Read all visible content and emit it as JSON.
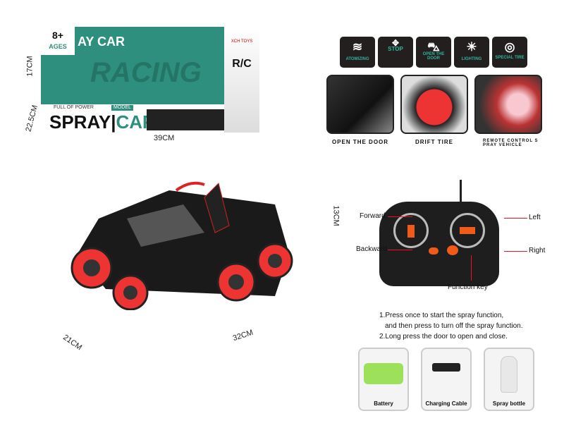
{
  "box": {
    "age": "8+",
    "age_label": "AGES",
    "top_title": "AY CAR",
    "model": "MODEL",
    "bg_word": "RACING",
    "full_of_power": "FULL OF POWER",
    "spray": "SPRAY",
    "car": "CAR",
    "brand": "XCH TOYS",
    "rc": "R/C",
    "color": "#2e8f7e"
  },
  "box_dims": {
    "height": "17CM",
    "depth": "22.5CM",
    "width": "39CM"
  },
  "features": [
    {
      "icon": "spray-icon",
      "label": "ATOMIZING"
    },
    {
      "icon": "arrows-icon",
      "label": "STOP"
    },
    {
      "icon": "car-door-icon",
      "label": "OPEN THE DOOR"
    },
    {
      "icon": "bulb-icon",
      "label": "LIGHTING"
    },
    {
      "icon": "tire-icon",
      "label": "SPECIAL TIRE"
    }
  ],
  "photos": [
    {
      "caption": "OPEN THE DOOR"
    },
    {
      "caption": "DRIFT TIRE"
    },
    {
      "caption": "REMOTE CONTROL S PRAY VEHICLE"
    }
  ],
  "car_dims": {
    "height": "13CM",
    "depth": "21CM",
    "length": "32CM"
  },
  "remote": {
    "forward": "Forward",
    "backward": "Backward",
    "left": "Left",
    "right": "Right",
    "function_key": "Function key"
  },
  "instructions": [
    "1.Press once to start the spray function,",
    "and then press to turn off the spray function.",
    "2.Long press the door to open and close."
  ],
  "accessories": [
    {
      "label": "Battery"
    },
    {
      "label": "Charging Cable"
    },
    {
      "label": "Spray bottle"
    }
  ]
}
